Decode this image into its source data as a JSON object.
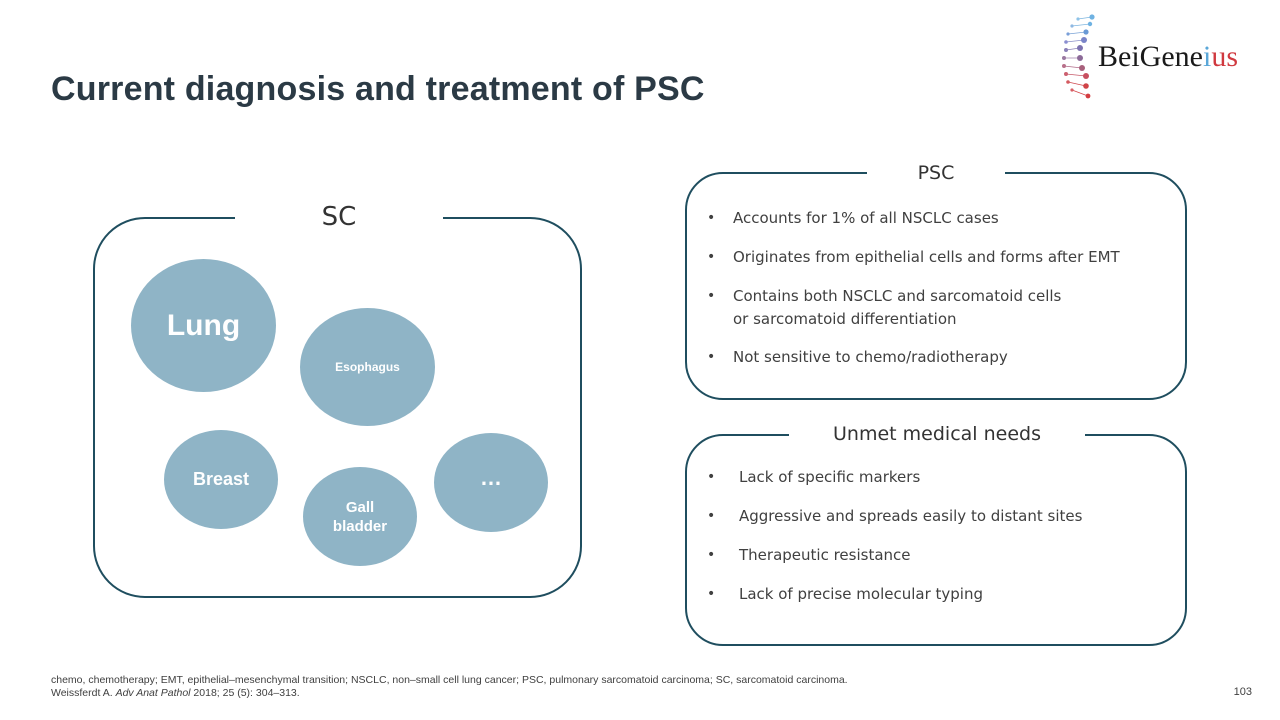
{
  "slide": {
    "title": "Current diagnosis and treatment of PSC",
    "page_number": "103"
  },
  "logo": {
    "icon": "dna-helix-icon",
    "text_main": "BeiGene",
    "text_i": "i",
    "text_us": "us",
    "colors": {
      "dark": "#1a1a1a",
      "blue": "#5aa7d8",
      "red": "#d0393f"
    }
  },
  "sc_panel": {
    "title": "SC",
    "organs": [
      {
        "label": "Lung"
      },
      {
        "label": "Esophagus"
      },
      {
        "label": "Breast"
      },
      {
        "label": "Gall bladder"
      },
      {
        "label": "…"
      }
    ],
    "blob_color": "#8fb4c6"
  },
  "psc_panel": {
    "title": "PSC",
    "bullets": [
      "Accounts for 1% of all NSCLC cases",
      "Originates from epithelial cells and forms after EMT",
      "Contains both NSCLC and sarcomatoid cells or sarcomatoid differentiation",
      "Not sensitive to chemo/radiotherapy"
    ]
  },
  "unmet_panel": {
    "title": "Unmet medical needs",
    "bullets": [
      "Lack of specific markers",
      "Aggressive and spreads easily to distant sites",
      "Therapeutic resistance",
      "Lack of precise molecular typing"
    ]
  },
  "footnote": {
    "abbreviations": "chemo, chemotherapy; EMT,  epithelial–mesenchymal transition; NSCLC, non–small cell lung cancer; PSC, pulmonary sarcomatoid carcinoma; SC, sarcomatoid carcinoma.",
    "ref_author": "Weissferdt A. ",
    "ref_journal": "Adv Anat Pathol",
    "ref_details": " 2018; 25 (5): 304–313."
  },
  "colors": {
    "border": "#1f4e5f",
    "title": "#2b3a45"
  }
}
